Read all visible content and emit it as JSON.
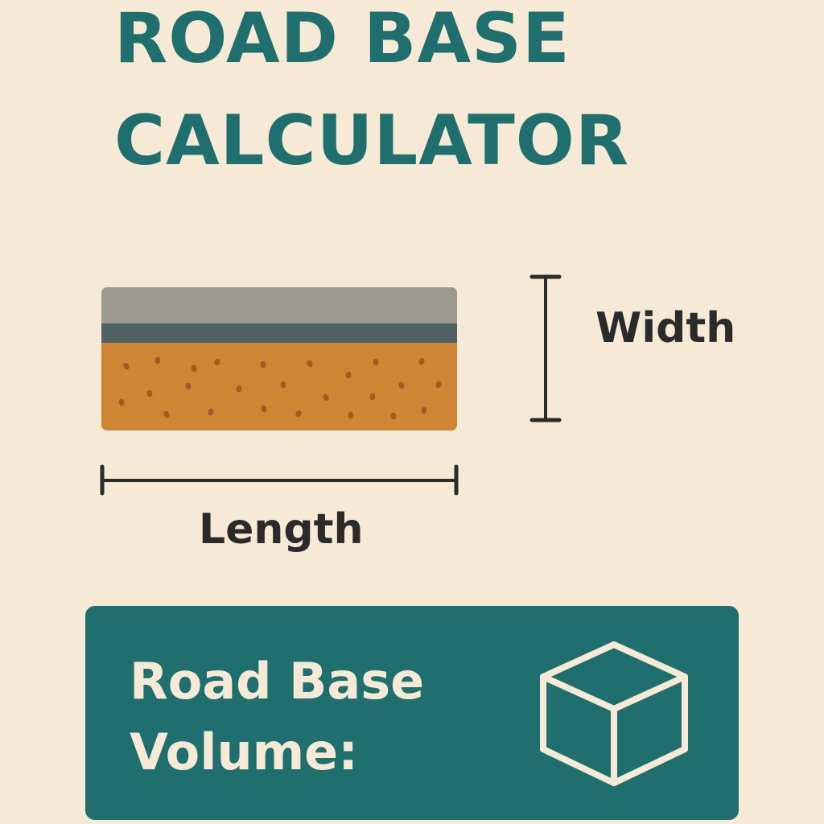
{
  "colors": {
    "background": "#f6ead6",
    "accent": "#1f6f6e",
    "ink": "#2b2b2b",
    "cream": "#f6ead6",
    "surface_layer": "#9a9a8f",
    "binder_layer": "#4f6264",
    "base_layer": "#cf8634",
    "aggregate": "#a8591f"
  },
  "title": {
    "line1": "ROAD BASE",
    "line2": "CALCULATOR"
  },
  "diagram": {
    "width_label": "Width",
    "length_label": "Length"
  },
  "result": {
    "label": "Road Base Volume:",
    "icon": "cube-icon"
  }
}
